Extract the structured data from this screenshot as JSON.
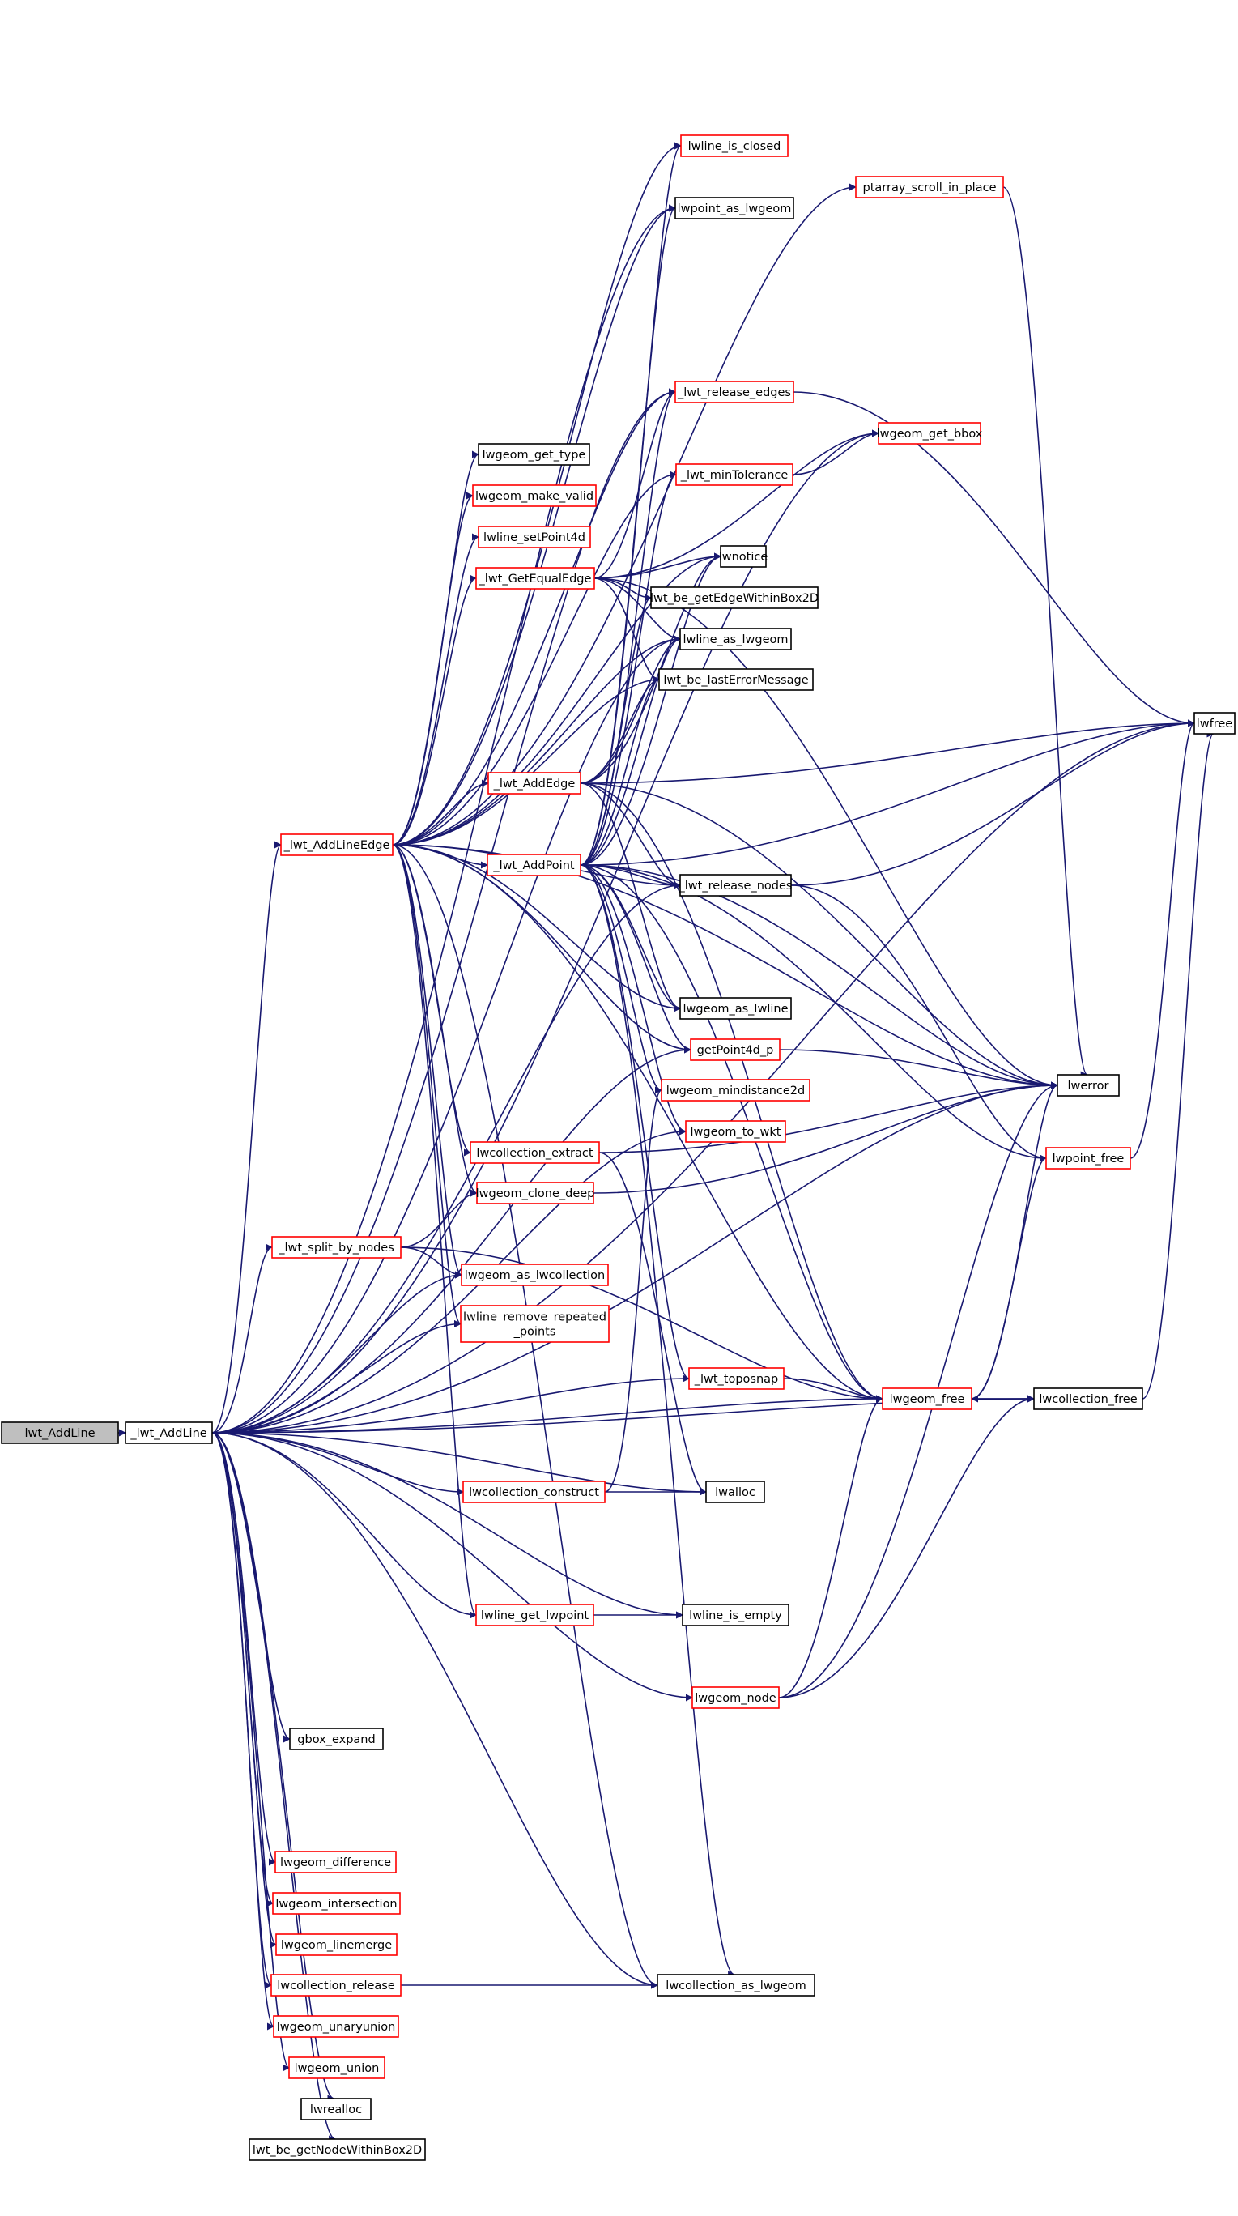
{
  "colors": {
    "edge": "#191970",
    "node_border_normal": "#000000",
    "node_border_linked": "#ff0000",
    "node_fill_current": "#bfbfbf",
    "node_fill": "#ffffff"
  },
  "nodes": [
    {
      "id": "lwt_AddLine",
      "label": "lwt_AddLine",
      "style": "current"
    },
    {
      "id": "_lwt_AddLine",
      "label": "_lwt_AddLine",
      "style": "normal"
    },
    {
      "id": "_lwt_AddLineEdge",
      "label": "_lwt_AddLineEdge",
      "style": "linked"
    },
    {
      "id": "_lwt_split_by_nodes",
      "label": "_lwt_split_by_nodes",
      "style": "linked"
    },
    {
      "id": "gbox_expand",
      "label": "gbox_expand",
      "style": "normal"
    },
    {
      "id": "lwgeom_difference",
      "label": "lwgeom_difference",
      "style": "linked"
    },
    {
      "id": "lwgeom_intersection",
      "label": "lwgeom_intersection",
      "style": "linked"
    },
    {
      "id": "lwgeom_linemerge",
      "label": "lwgeom_linemerge",
      "style": "linked"
    },
    {
      "id": "lwcollection_release",
      "label": "lwcollection_release",
      "style": "linked"
    },
    {
      "id": "lwgeom_unaryunion",
      "label": "lwgeom_unaryunion",
      "style": "linked"
    },
    {
      "id": "lwgeom_union",
      "label": "lwgeom_union",
      "style": "linked"
    },
    {
      "id": "lwrealloc",
      "label": "lwrealloc",
      "style": "normal"
    },
    {
      "id": "lwt_be_getNodeWithinBox2D",
      "label": "lwt_be_getNodeWithinBox2D",
      "style": "normal"
    },
    {
      "id": "lwgeom_get_type",
      "label": "lwgeom_get_type",
      "style": "normal"
    },
    {
      "id": "lwgeom_make_valid",
      "label": "lwgeom_make_valid",
      "style": "linked"
    },
    {
      "id": "lwline_setPoint4d",
      "label": "lwline_setPoint4d",
      "style": "linked"
    },
    {
      "id": "_lwt_GetEqualEdge",
      "label": "_lwt_GetEqualEdge",
      "style": "linked"
    },
    {
      "id": "_lwt_AddEdge",
      "label": "_lwt_AddEdge",
      "style": "linked"
    },
    {
      "id": "_lwt_AddPoint",
      "label": "_lwt_AddPoint",
      "style": "linked"
    },
    {
      "id": "lwcollection_extract",
      "label": "lwcollection_extract",
      "style": "linked"
    },
    {
      "id": "lwgeom_clone_deep",
      "label": "lwgeom_clone_deep",
      "style": "linked"
    },
    {
      "id": "lwgeom_as_lwcollection",
      "label": "lwgeom_as_lwcollection",
      "style": "linked"
    },
    {
      "id": "lwline_remove_repeated_points",
      "label": "lwline_remove_repeated\n_points",
      "style": "linked"
    },
    {
      "id": "lwcollection_construct",
      "label": "lwcollection_construct",
      "style": "linked"
    },
    {
      "id": "lwline_get_lwpoint",
      "label": "lwline_get_lwpoint",
      "style": "linked"
    },
    {
      "id": "lwline_is_closed",
      "label": "lwline_is_closed",
      "style": "linked"
    },
    {
      "id": "lwpoint_as_lwgeom",
      "label": "lwpoint_as_lwgeom",
      "style": "normal"
    },
    {
      "id": "_lwt_release_edges",
      "label": "_lwt_release_edges",
      "style": "linked"
    },
    {
      "id": "_lwt_minTolerance",
      "label": "_lwt_minTolerance",
      "style": "linked"
    },
    {
      "id": "lwnotice",
      "label": "lwnotice",
      "style": "normal"
    },
    {
      "id": "lwt_be_getEdgeWithinBox2D",
      "label": "lwt_be_getEdgeWithinBox2D",
      "style": "normal"
    },
    {
      "id": "lwline_as_lwgeom",
      "label": "lwline_as_lwgeom",
      "style": "normal"
    },
    {
      "id": "lwt_be_lastErrorMessage",
      "label": "lwt_be_lastErrorMessage",
      "style": "normal"
    },
    {
      "id": "_lwt_release_nodes",
      "label": "_lwt_release_nodes",
      "style": "normal"
    },
    {
      "id": "lwgeom_as_lwline",
      "label": "lwgeom_as_lwline",
      "style": "normal"
    },
    {
      "id": "getPoint4d_p",
      "label": "getPoint4d_p",
      "style": "linked"
    },
    {
      "id": "lwgeom_mindistance2d",
      "label": "lwgeom_mindistance2d",
      "style": "linked"
    },
    {
      "id": "lwgeom_to_wkt",
      "label": "lwgeom_to_wkt",
      "style": "linked"
    },
    {
      "id": "_lwt_toposnap",
      "label": "_lwt_toposnap",
      "style": "linked"
    },
    {
      "id": "lwalloc",
      "label": "lwalloc",
      "style": "normal"
    },
    {
      "id": "lwline_is_empty",
      "label": "lwline_is_empty",
      "style": "normal"
    },
    {
      "id": "lwgeom_node",
      "label": "lwgeom_node",
      "style": "linked"
    },
    {
      "id": "lwcollection_as_lwgeom",
      "label": "lwcollection_as_lwgeom",
      "style": "normal"
    },
    {
      "id": "ptarray_scroll_in_place",
      "label": "ptarray_scroll_in_place",
      "style": "linked"
    },
    {
      "id": "lwgeom_get_bbox",
      "label": "lwgeom_get_bbox",
      "style": "linked"
    },
    {
      "id": "lwfree",
      "label": "lwfree",
      "style": "normal"
    },
    {
      "id": "lwerror",
      "label": "lwerror",
      "style": "normal"
    },
    {
      "id": "lwpoint_free",
      "label": "lwpoint_free",
      "style": "linked"
    },
    {
      "id": "lwgeom_free",
      "label": "lwgeom_free",
      "style": "linked"
    },
    {
      "id": "lwcollection_free",
      "label": "lwcollection_free",
      "style": "normal"
    }
  ],
  "edges": [
    [
      "lwt_AddLine",
      "_lwt_AddLine"
    ],
    [
      "_lwt_AddLine",
      "_lwt_AddLineEdge"
    ],
    [
      "_lwt_AddLine",
      "_lwt_split_by_nodes"
    ],
    [
      "_lwt_AddLine",
      "gbox_expand"
    ],
    [
      "_lwt_AddLine",
      "lwgeom_difference"
    ],
    [
      "_lwt_AddLine",
      "lwgeom_intersection"
    ],
    [
      "_lwt_AddLine",
      "lwgeom_linemerge"
    ],
    [
      "_lwt_AddLine",
      "lwcollection_release"
    ],
    [
      "_lwt_AddLine",
      "lwgeom_unaryunion"
    ],
    [
      "_lwt_AddLine",
      "lwgeom_union"
    ],
    [
      "_lwt_AddLine",
      "lwrealloc"
    ],
    [
      "_lwt_AddLine",
      "lwt_be_getNodeWithinBox2D"
    ],
    [
      "_lwt_AddLine",
      "lwcollection_construct"
    ],
    [
      "_lwt_AddLine",
      "lwline_get_lwpoint"
    ],
    [
      "_lwt_AddLine",
      "lwgeom_as_lwcollection"
    ],
    [
      "_lwt_AddLine",
      "lwline_remove_repeated_points"
    ],
    [
      "_lwt_AddLine",
      "lwgeom_node"
    ],
    [
      "_lwt_AddLine",
      "lwline_is_empty"
    ],
    [
      "_lwt_AddLine",
      "lwalloc"
    ],
    [
      "_lwt_AddLine",
      "_lwt_toposnap"
    ],
    [
      "_lwt_AddLine",
      "lwgeom_to_wkt"
    ],
    [
      "_lwt_AddLine",
      "lwgeom_free"
    ],
    [
      "_lwt_AddLine",
      "lwerror"
    ],
    [
      "_lwt_AddLine",
      "lwcollection_free"
    ],
    [
      "_lwt_AddLine",
      "lwcollection_as_lwgeom"
    ],
    [
      "_lwt_AddLine",
      "lwfree"
    ],
    [
      "_lwt_AddLine",
      "lwpoint_as_lwgeom"
    ],
    [
      "_lwt_AddLine",
      "lwline_as_lwgeom"
    ],
    [
      "_lwt_AddLine",
      "getPoint4d_p"
    ],
    [
      "_lwt_AddLine",
      "_lwt_release_nodes"
    ],
    [
      "_lwt_AddLine",
      "_lwt_release_edges"
    ],
    [
      "_lwt_AddLine",
      "lwgeom_get_bbox"
    ],
    [
      "_lwt_AddLineEdge",
      "lwgeom_get_type"
    ],
    [
      "_lwt_AddLineEdge",
      "lwgeom_make_valid"
    ],
    [
      "_lwt_AddLineEdge",
      "lwline_setPoint4d"
    ],
    [
      "_lwt_AddLineEdge",
      "_lwt_GetEqualEdge"
    ],
    [
      "_lwt_AddLineEdge",
      "_lwt_AddEdge"
    ],
    [
      "_lwt_AddLineEdge",
      "_lwt_AddPoint"
    ],
    [
      "_lwt_AddLineEdge",
      "lwcollection_extract"
    ],
    [
      "_lwt_AddLineEdge",
      "lwgeom_clone_deep"
    ],
    [
      "_lwt_AddLineEdge",
      "lwgeom_as_lwcollection"
    ],
    [
      "_lwt_AddLineEdge",
      "lwline_remove_repeated_points"
    ],
    [
      "_lwt_AddLineEdge",
      "lwline_get_lwpoint"
    ],
    [
      "_lwt_AddLineEdge",
      "lwline_is_closed"
    ],
    [
      "_lwt_AddLineEdge",
      "lwpoint_as_lwgeom"
    ],
    [
      "_lwt_AddLineEdge",
      "_lwt_release_edges"
    ],
    [
      "_lwt_AddLineEdge",
      "_lwt_minTolerance"
    ],
    [
      "_lwt_AddLineEdge",
      "lwnotice"
    ],
    [
      "_lwt_AddLineEdge",
      "lwline_as_lwgeom"
    ],
    [
      "_lwt_AddLineEdge",
      "lwt_be_lastErrorMessage"
    ],
    [
      "_lwt_AddLineEdge",
      "_lwt_release_nodes"
    ],
    [
      "_lwt_AddLineEdge",
      "lwgeom_as_lwline"
    ],
    [
      "_lwt_AddLineEdge",
      "getPoint4d_p"
    ],
    [
      "_lwt_AddLineEdge",
      "lwerror"
    ],
    [
      "_lwt_AddLineEdge",
      "lwgeom_free"
    ],
    [
      "_lwt_AddLineEdge",
      "ptarray_scroll_in_place"
    ],
    [
      "_lwt_AddLineEdge",
      "lwcollection_as_lwgeom"
    ],
    [
      "_lwt_split_by_nodes",
      "lwgeom_clone_deep"
    ],
    [
      "_lwt_split_by_nodes",
      "lwgeom_as_lwcollection"
    ],
    [
      "_lwt_split_by_nodes",
      "lwgeom_free"
    ],
    [
      "_lwt_GetEqualEdge",
      "lwt_be_getEdgeWithinBox2D"
    ],
    [
      "_lwt_GetEqualEdge",
      "lwline_as_lwgeom"
    ],
    [
      "_lwt_GetEqualEdge",
      "lwt_be_lastErrorMessage"
    ],
    [
      "_lwt_GetEqualEdge",
      "lwnotice"
    ],
    [
      "_lwt_GetEqualEdge",
      "_lwt_release_edges"
    ],
    [
      "_lwt_GetEqualEdge",
      "lwerror"
    ],
    [
      "_lwt_GetEqualEdge",
      "lwgeom_get_bbox"
    ],
    [
      "_lwt_AddEdge",
      "lwline_as_lwgeom"
    ],
    [
      "_lwt_AddEdge",
      "lwt_be_lastErrorMessage"
    ],
    [
      "_lwt_AddEdge",
      "lwfree"
    ],
    [
      "_lwt_AddEdge",
      "_lwt_release_nodes"
    ],
    [
      "_lwt_AddEdge",
      "lwgeom_as_lwline"
    ],
    [
      "_lwt_AddEdge",
      "lwerror"
    ],
    [
      "_lwt_AddEdge",
      "lwgeom_free"
    ],
    [
      "_lwt_AddEdge",
      "lwnotice"
    ],
    [
      "_lwt_AddPoint",
      "lwfree"
    ],
    [
      "_lwt_AddPoint",
      "_lwt_release_nodes"
    ],
    [
      "_lwt_AddPoint",
      "lwgeom_as_lwline"
    ],
    [
      "_lwt_AddPoint",
      "getPoint4d_p"
    ],
    [
      "_lwt_AddPoint",
      "lwgeom_mindistance2d"
    ],
    [
      "_lwt_AddPoint",
      "lwgeom_to_wkt"
    ],
    [
      "_lwt_AddPoint",
      "_lwt_toposnap"
    ],
    [
      "_lwt_AddPoint",
      "lwgeom_free"
    ],
    [
      "_lwt_AddPoint",
      "lwerror"
    ],
    [
      "_lwt_AddPoint",
      "lwpoint_free"
    ],
    [
      "_lwt_AddPoint",
      "lwline_as_lwgeom"
    ],
    [
      "_lwt_AddPoint",
      "lwt_be_lastErrorMessage"
    ],
    [
      "_lwt_AddPoint",
      "lwpoint_as_lwgeom"
    ],
    [
      "_lwt_AddPoint",
      "lwnotice"
    ],
    [
      "_lwt_AddPoint",
      "lwt_be_getEdgeWithinBox2D"
    ],
    [
      "_lwt_AddPoint",
      "lwline_is_closed"
    ],
    [
      "_lwt_AddPoint",
      "_lwt_release_edges"
    ],
    [
      "_lwt_AddPoint",
      "_lwt_minTolerance"
    ],
    [
      "_lwt_AddPoint",
      "lwcollection_as_lwgeom"
    ],
    [
      "lwcollection_extract",
      "lwerror"
    ],
    [
      "lwcollection_extract",
      "lwalloc"
    ],
    [
      "lwgeom_clone_deep",
      "lwerror"
    ],
    [
      "lwcollection_construct",
      "lwalloc"
    ],
    [
      "lwcollection_construct",
      "lwgeom_mindistance2d"
    ],
    [
      "lwline_get_lwpoint",
      "lwline_is_empty"
    ],
    [
      "_lwt_minTolerance",
      "lwgeom_get_bbox"
    ],
    [
      "_lwt_release_edges",
      "lwfree"
    ],
    [
      "_lwt_release_nodes",
      "lwfree"
    ],
    [
      "_lwt_release_nodes",
      "lwpoint_free"
    ],
    [
      "getPoint4d_p",
      "lwerror"
    ],
    [
      "_lwt_toposnap",
      "lwgeom_free"
    ],
    [
      "lwgeom_node",
      "lwgeom_free"
    ],
    [
      "lwgeom_node",
      "lwcollection_free"
    ],
    [
      "lwgeom_node",
      "lwerror"
    ],
    [
      "lwcollection_release",
      "lwcollection_as_lwgeom"
    ],
    [
      "ptarray_scroll_in_place",
      "lwerror"
    ],
    [
      "lwpoint_free",
      "lwfree"
    ],
    [
      "lwgeom_free",
      "lwcollection_free"
    ],
    [
      "lwgeom_free",
      "lwpoint_free"
    ],
    [
      "lwgeom_free",
      "lwerror"
    ],
    [
      "lwcollection_free",
      "lwgeom_free"
    ],
    [
      "lwcollection_free",
      "lwfree"
    ]
  ]
}
